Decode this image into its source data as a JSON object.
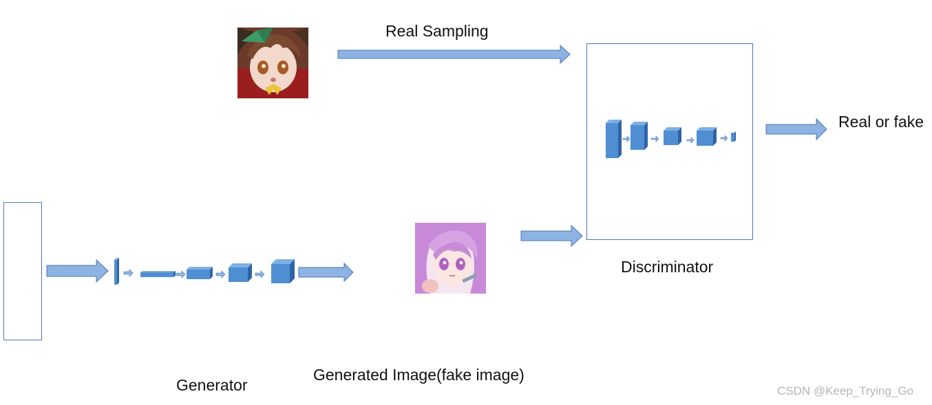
{
  "labels": {
    "real_sampling": "Real Sampling",
    "real_or_fake": "Real or fake",
    "discriminator": "Discriminator",
    "generator": "Generator",
    "generated_image": "Generated Image(fake image)"
  },
  "watermark": "CSDN @Keep_Trying_Go",
  "icons": {
    "real_image": "anime-face-brown-hair-image",
    "fake_image": "anime-face-purple-hair-image",
    "arrows": "block-arrow-icon",
    "layers": "cuboid-layer-icon"
  },
  "colors": {
    "arrow_fill": "#8db3e2",
    "arrow_stroke": "#4a76b8",
    "layer_face": "#4f8fd1",
    "layer_side": "#2f63a6",
    "layer_top": "#7db0e6",
    "box_border": "#4a76b8"
  }
}
